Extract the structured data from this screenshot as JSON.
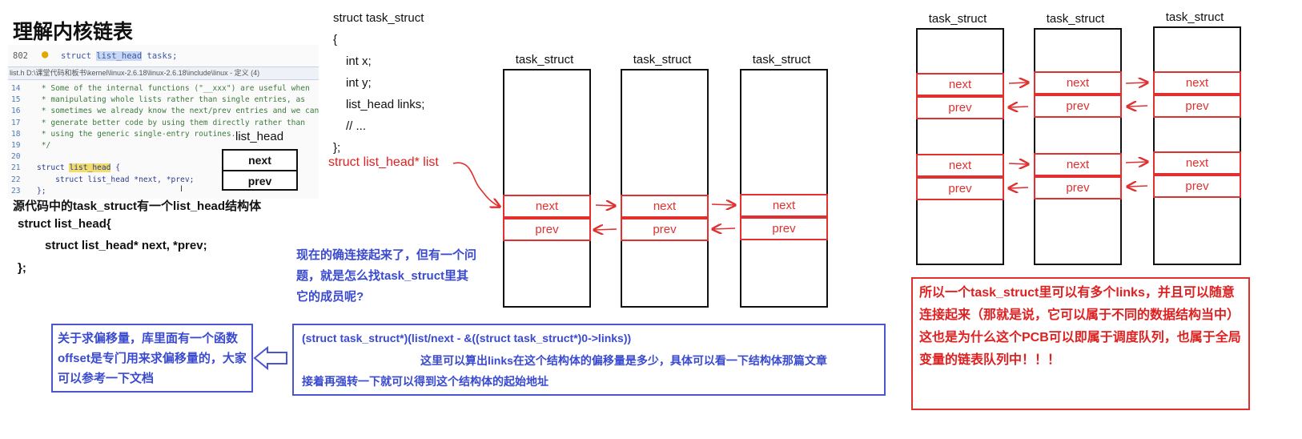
{
  "title": "理解内核链表",
  "code_panel": {
    "top_line_number": "802",
    "top_line_prefix": "struct ",
    "top_line_highlight": "list_head",
    "top_line_suffix": " tasks;",
    "path": "list.h  D:\\课堂代码和板书\\kernel\\linux-2.6.18\\linux-2.6.18\\include\\linux - 定义 (4)",
    "lines": [
      {
        "n": "14",
        "t": " * Some of the internal functions (\"__xxx\") are useful when"
      },
      {
        "n": "15",
        "t": " * manipulating whole lists rather than single entries, as"
      },
      {
        "n": "16",
        "t": " * sometimes we already know the next/prev entries and we can"
      },
      {
        "n": "17",
        "t": " * generate better code by using them directly rather than"
      },
      {
        "n": "18",
        "t": " * using the generic single-entry routines."
      },
      {
        "n": "19",
        "t": " */"
      },
      {
        "n": "20",
        "t": ""
      },
      {
        "n": "21",
        "t_pre": "struct ",
        "t_mark": "list_head",
        "t_post": " {"
      },
      {
        "n": "22",
        "t": "    struct list_head *next, *prev;"
      },
      {
        "n": "23",
        "t": "};"
      }
    ],
    "cursor": "I"
  },
  "list_head_diagram": {
    "label": "list_head",
    "next": "next",
    "prev": "prev"
  },
  "description": "源代码中的task_struct有一个list_head结构体",
  "struct_def": {
    "line1": "struct list_head{",
    "line2": "struct list_head* next, *prev;",
    "line3": "};"
  },
  "task_struct_code": {
    "lines": [
      "struct task_struct",
      "{",
      "int x;",
      "int y;",
      "list_head links;",
      "// ...",
      "};"
    ],
    "pointer": "struct list_head* list"
  },
  "middle_diagram": {
    "labels": [
      "task_struct",
      "task_struct",
      "task_struct"
    ],
    "next": "next",
    "prev": "prev"
  },
  "right_diagram": {
    "labels": [
      "task_struct",
      "task_struct",
      "task_struct"
    ],
    "next": "next",
    "prev": "prev"
  },
  "question": "现在的确连接起来了，但有一个问题，就是怎么找task_struct里其它的成员呢?",
  "offset_box": "关于求偏移量，库里面有一个函数offset是专门用来求偏移量的，大家可以参考一下文档",
  "formula_box": {
    "formula": "(struct task_struct*)(list/next  -  &((struct task_struct*)0->links))",
    "line2": "这里可以算出links在这个结构体的偏移量是多少，具体可以看一下结构体那篇文章",
    "line3": "接着再强转一下就可以得到这个结构体的起始地址"
  },
  "conclusion_box": {
    "p1": "所以一个task_struct里可以有多个links，并且可以随意连接起来（那就是说，它可以属于不同的数据结构当中）",
    "p2": "这也是为什么这个PCB可以即属于调度队列，也属于全局变量的链表队列中！！！"
  },
  "colors": {
    "red": "#e03030",
    "blue": "#3a4ad0",
    "highlight": "#f2dd6c"
  }
}
